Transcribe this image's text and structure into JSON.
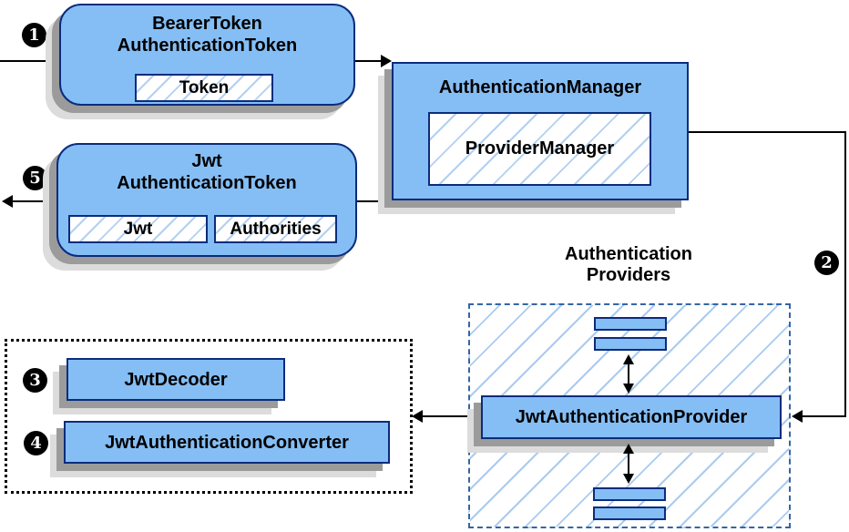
{
  "colors": {
    "node_fill": "#85bef5",
    "node_border": "#0b2c7d",
    "hatch_line": "#b2d0f2",
    "group_dashed_border": "#3465a4",
    "group_dotted_border": "#000000",
    "shadow_dark": "#9b9b9b",
    "shadow_light": "#dcdcdc",
    "connector": "#000000",
    "badge_bg": "#000000",
    "badge_text": "#ffffff"
  },
  "steps": {
    "s1": "1",
    "s2": "2",
    "s3": "3",
    "s4": "4",
    "s5": "5"
  },
  "nodes": {
    "bearer_authentication_token": {
      "title_line1": "BearerToken",
      "title_line2": "AuthenticationToken",
      "field_token": "Token"
    },
    "authentication_manager": {
      "title": "AuthenticationManager",
      "implementation": "ProviderManager"
    },
    "jwt_authentication_token": {
      "title_line1": "Jwt",
      "title_line2": "AuthenticationToken",
      "field_jwt": "Jwt",
      "field_authorities": "Authorities"
    },
    "authentication_providers_group": {
      "label_line1": "Authentication",
      "label_line2": "Providers",
      "provider": "JwtAuthenticationProvider"
    },
    "jwt_components_group": {
      "decoder": "JwtDecoder",
      "converter": "JwtAuthenticationConverter"
    }
  }
}
